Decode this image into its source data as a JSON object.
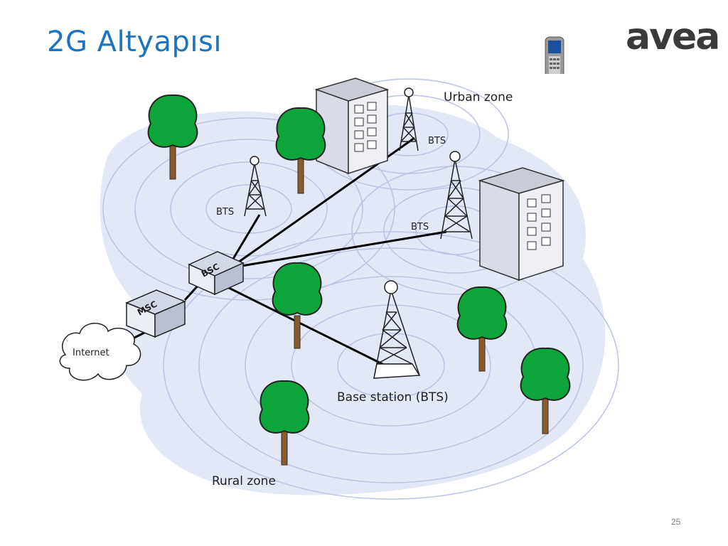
{
  "slide": {
    "title": "2G Altyapısı",
    "number": "25",
    "logo_text": "avea",
    "accent_color": "#1c75bc"
  },
  "diagram": {
    "zone_labels": {
      "urban": "Urban zone",
      "rural": "Rural zone"
    },
    "nodes": {
      "bts_urban_top": "BTS",
      "bts_left": "BTS",
      "bts_right": "BTS",
      "bts_base": "Base station (BTS)",
      "bsc": "BSC",
      "msc": "MSC",
      "internet": "Internet"
    },
    "colors": {
      "coverage_fill": "#e3e8f6",
      "coverage_ring": "#b9c3e3",
      "tree_green": "#0da53a",
      "trunk": "#8b5a2b",
      "building_face": "#eef0f6",
      "building_side": "#c9ccd6"
    }
  }
}
